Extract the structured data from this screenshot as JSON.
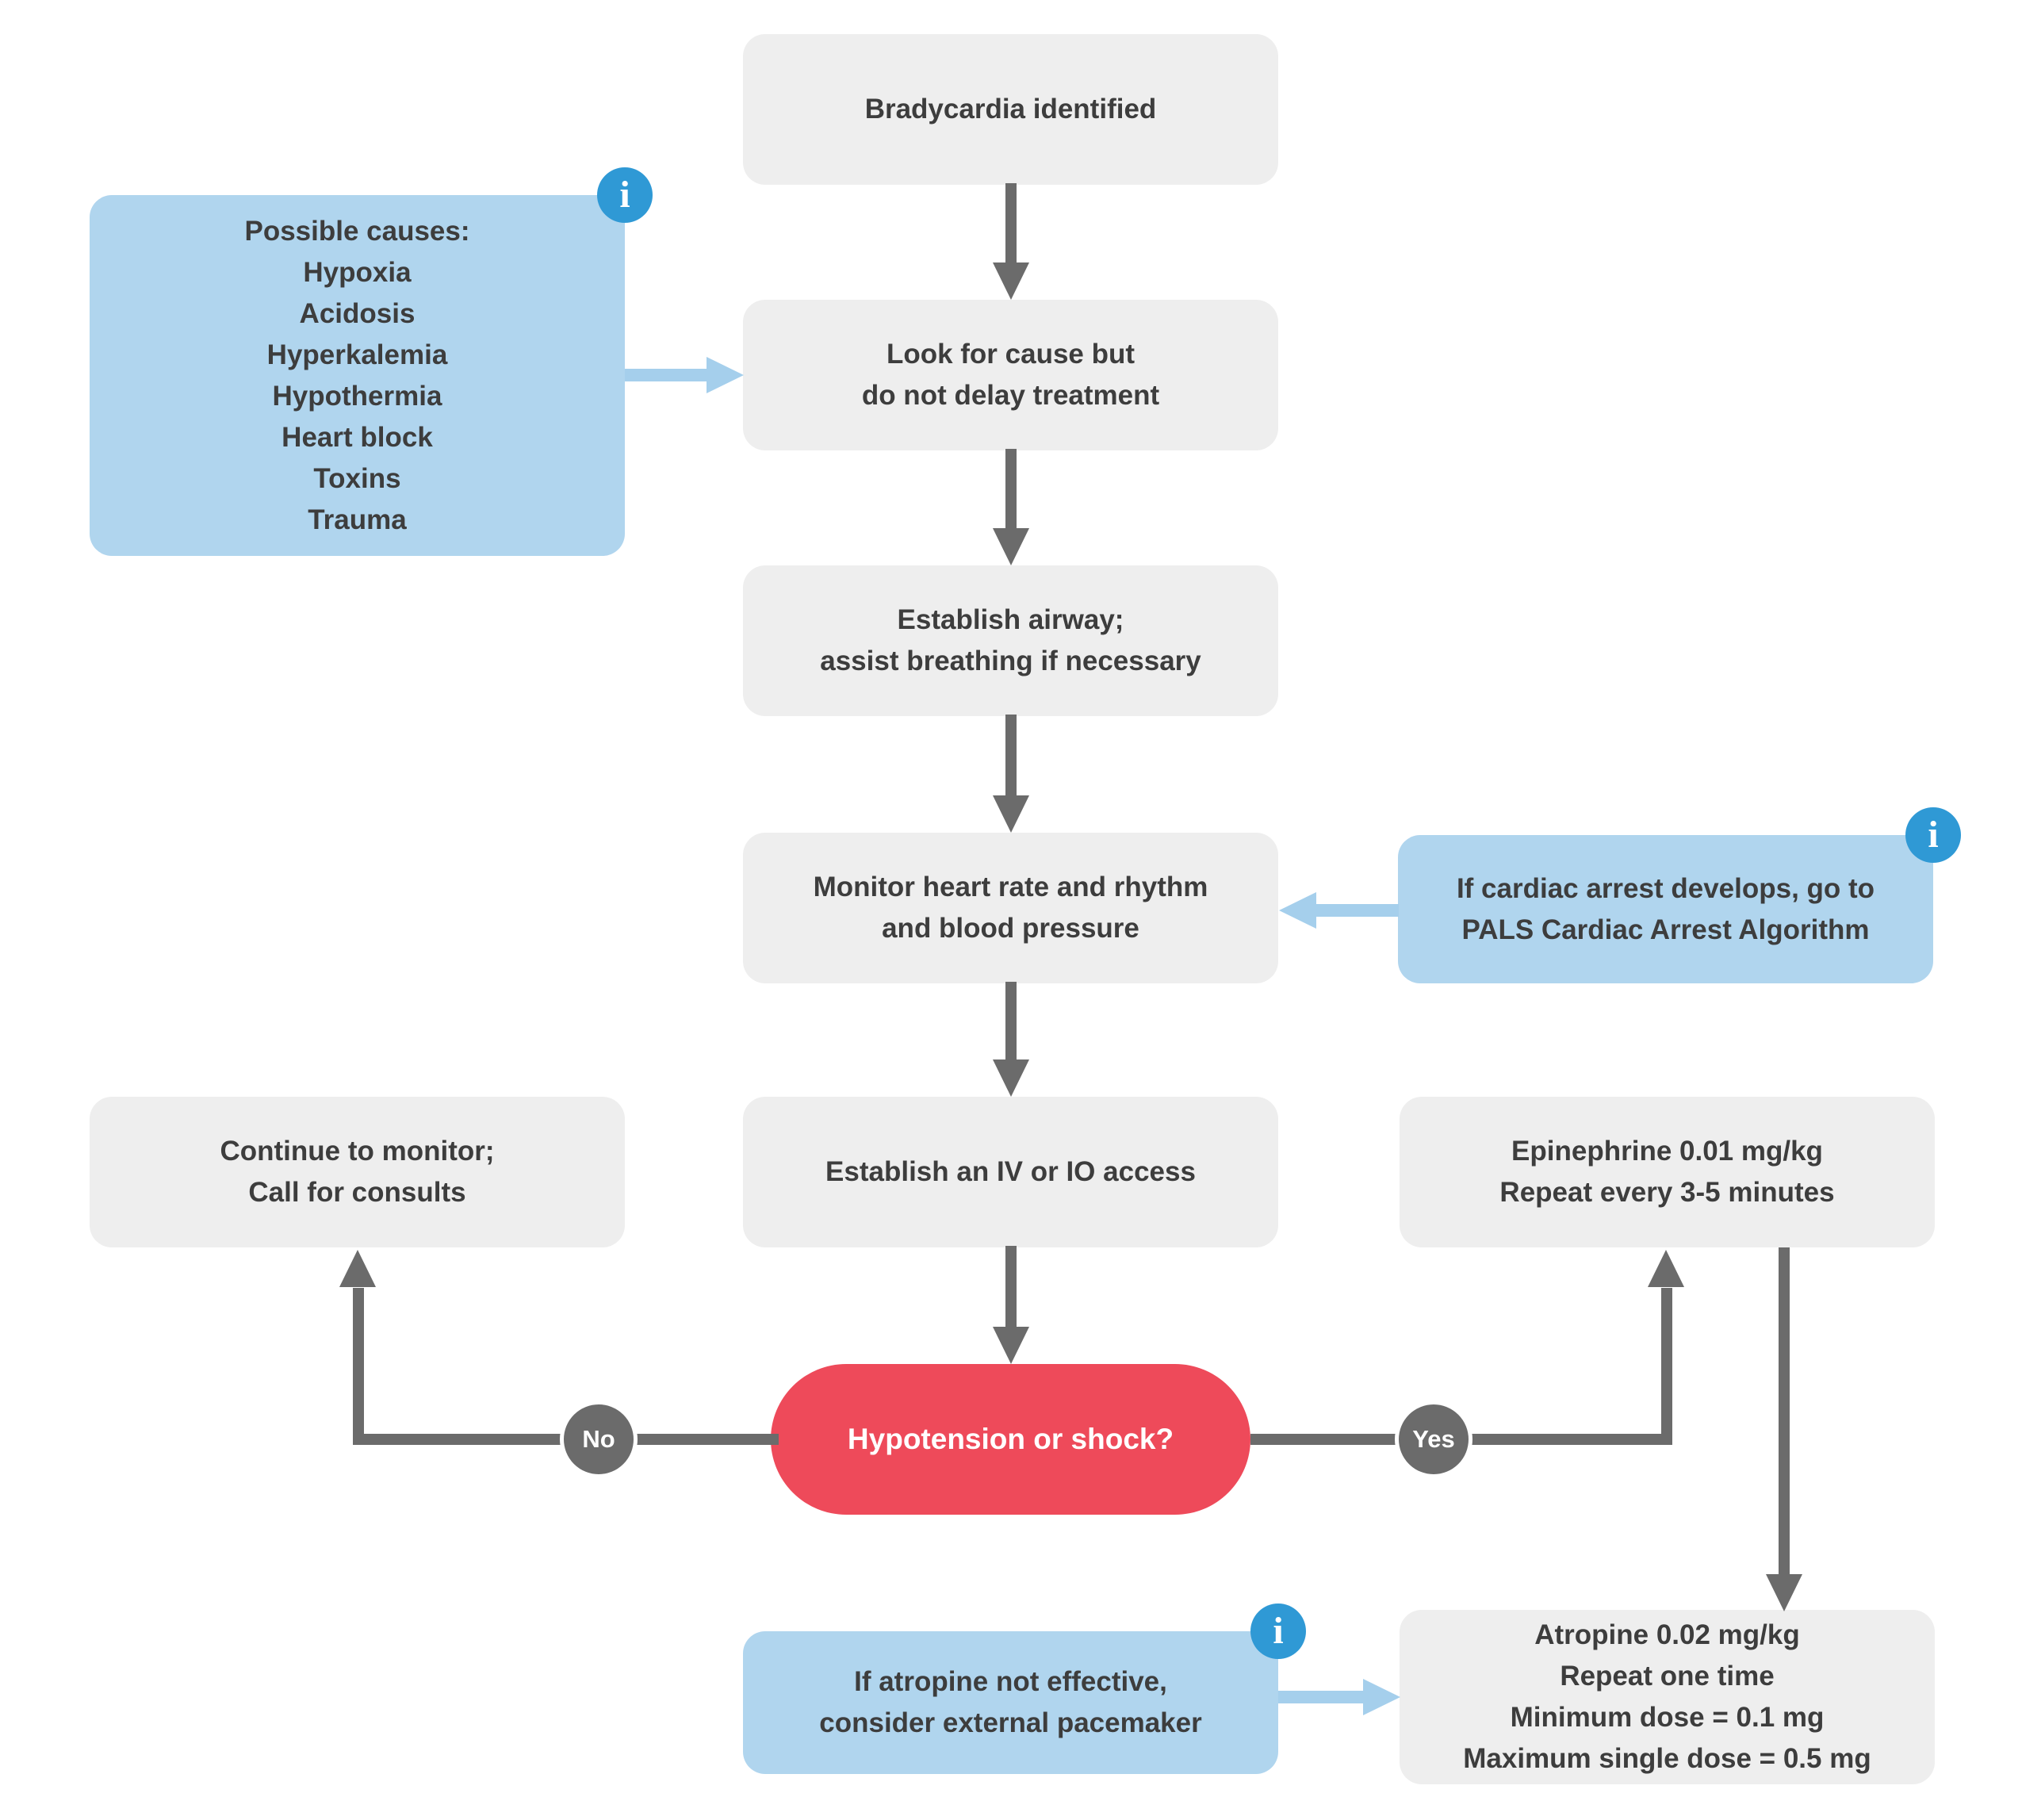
{
  "colors": {
    "node_bg": "#eeeeee",
    "node_text": "#3d3d3d",
    "info_bg": "#b0d5ee",
    "info_icon_bg": "#2f99d5",
    "info_arrow": "#a5cfec",
    "decision_bg": "#ee4a5a",
    "decision_text": "#ffffff",
    "connector": "#6b6b6b",
    "label_text": "#ffffff",
    "page_bg": "#ffffff"
  },
  "nodes": {
    "bradycardia": {
      "text": "Bradycardia identified"
    },
    "look": {
      "text": "Look for cause but\ndo not delay treatment"
    },
    "airway": {
      "text": "Establish airway;\nassist breathing if necessary"
    },
    "monitor": {
      "text": "Monitor heart rate and rhythm\nand blood pressure"
    },
    "iv": {
      "text": "Establish an IV or IO access"
    },
    "continue": {
      "text": "Continue to monitor;\nCall for consults"
    },
    "epinephrine": {
      "text": "Epinephrine 0.01 mg/kg\nRepeat every 3-5 minutes"
    },
    "atropine": {
      "text": "Atropine 0.02 mg/kg\nRepeat one time\nMinimum dose = 0.1 mg\nMaximum single dose = 0.5 mg"
    },
    "causes": {
      "text": "Possible causes:\nHypoxia\nAcidosis\nHyperkalemia\nHypothermia\nHeart block\nToxins\nTrauma"
    },
    "cardiac": {
      "text": "If cardiac arrest develops, go to\nPALS Cardiac Arrest Algorithm"
    },
    "pacer": {
      "text": "If atropine not effective,\nconsider external pacemaker"
    },
    "decision": {
      "text": "Hypotension or shock?"
    }
  },
  "branch_labels": {
    "no": "No",
    "yes": "Yes"
  },
  "info_icon_glyph": "i"
}
